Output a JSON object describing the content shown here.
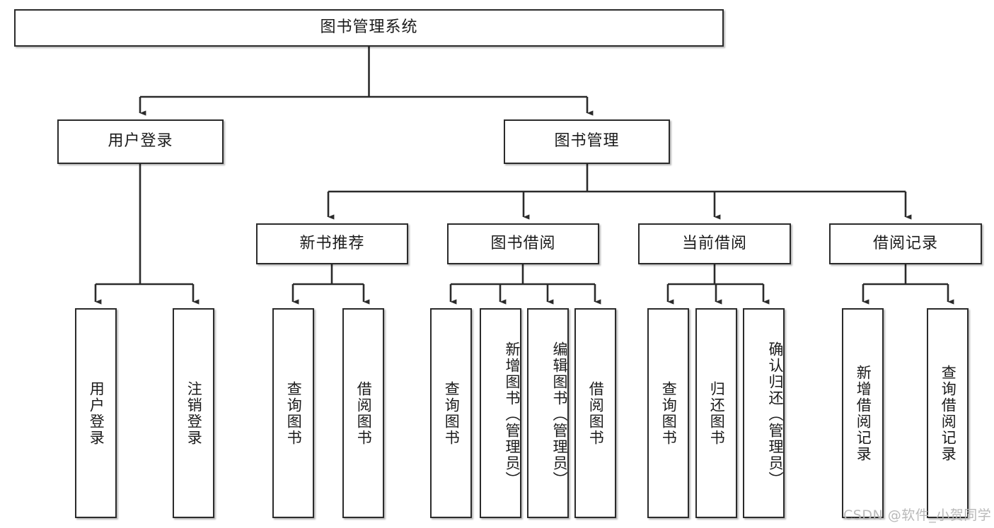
{
  "diagram": {
    "title": "图书管理系统",
    "type": "tree-hierarchy",
    "root": {
      "id": "root",
      "label": "图书管理系统"
    },
    "level2": [
      {
        "id": "user-login",
        "label": "用户登录"
      },
      {
        "id": "book-manage",
        "label": "图书管理"
      }
    ],
    "level3": [
      {
        "id": "new-book-rec",
        "label": "新书推荐"
      },
      {
        "id": "book-borrow",
        "label": "图书借阅"
      },
      {
        "id": "current-borrow",
        "label": "当前借阅"
      },
      {
        "id": "borrow-record",
        "label": "借阅记录"
      }
    ],
    "leaves": [
      {
        "id": "leaf-user-login",
        "label": "用户登录",
        "parent": "user-login"
      },
      {
        "id": "leaf-user-logout",
        "label": "注销登录",
        "parent": "user-login"
      },
      {
        "id": "leaf-rec-query-book",
        "label": "查询图书",
        "parent": "new-book-rec"
      },
      {
        "id": "leaf-rec-borrow-book",
        "label": "借阅图书",
        "parent": "new-book-rec"
      },
      {
        "id": "leaf-bb-query-book",
        "label": "查询图书",
        "parent": "book-borrow"
      },
      {
        "id": "leaf-bb-add-book",
        "label": "新增图书（管理员）",
        "parent": "book-borrow"
      },
      {
        "id": "leaf-bb-edit-book",
        "label": "编辑图书（管理员）",
        "parent": "book-borrow"
      },
      {
        "id": "leaf-bb-borrow-book",
        "label": "借阅图书",
        "parent": "book-borrow"
      },
      {
        "id": "leaf-cb-query-book",
        "label": "查询图书",
        "parent": "current-borrow"
      },
      {
        "id": "leaf-cb-return-book",
        "label": "归还图书",
        "parent": "current-borrow"
      },
      {
        "id": "leaf-cb-confirm-return",
        "label": "确认归还（管理员）",
        "parent": "current-borrow"
      },
      {
        "id": "leaf-br-add-record",
        "label": "新增借阅记录",
        "parent": "borrow-record"
      },
      {
        "id": "leaf-br-query-record",
        "label": "查询借阅记录",
        "parent": "borrow-record"
      }
    ],
    "colors": {
      "box_border": "#2b2b2b",
      "box_fill": "#ffffff",
      "edge": "#2b2b2b",
      "text": "#1b1b1b",
      "watermark": "#b9b9b9"
    }
  },
  "watermark": {
    "text": "CSDN @软件_小贺同学"
  }
}
